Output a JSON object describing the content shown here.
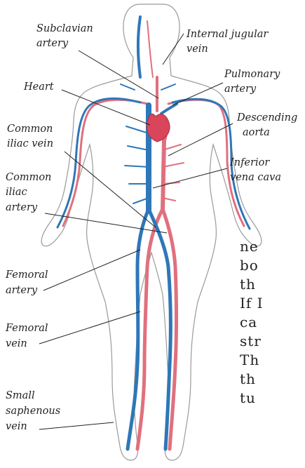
{
  "labels": {
    "subclavian_artery": [
      "Subclavian",
      "artery"
    ],
    "internal_jugular_vein": [
      "Internal jugular",
      "vein"
    ],
    "pulmonary_artery": [
      "Pulmonary",
      "artery"
    ],
    "heart": [
      "Heart"
    ],
    "descending_aorta": [
      "Descending",
      "aorta"
    ],
    "common_iliac_vein": [
      "Common",
      "iliac vein"
    ],
    "inferior_vena_cava": [
      "Inferior",
      "vena cava"
    ],
    "common_iliac_artery": [
      "Common",
      "iliac",
      "artery"
    ],
    "femoral_artery": [
      "Femoral",
      "artery"
    ],
    "femoral_vein": [
      "Femoral",
      "vein"
    ],
    "small_saphenous_vein": [
      "Small",
      "saphenous",
      "vein"
    ]
  },
  "overflow_text": [
    "ne",
    "bo",
    "th",
    "If I",
    "ca",
    "str",
    "Th",
    "th",
    "tu"
  ],
  "colors": {
    "artery": "#e0707e",
    "vein": "#2e77b8",
    "heart": "#d9455a",
    "outline": "#9a9a9a"
  }
}
